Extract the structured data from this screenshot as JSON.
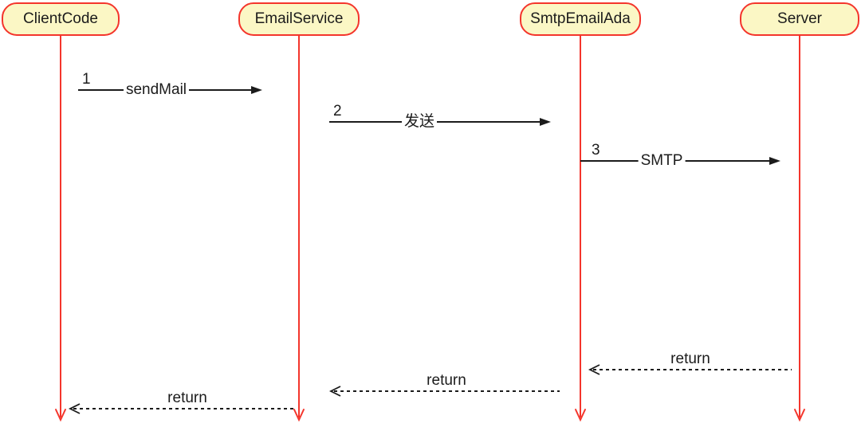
{
  "diagram": {
    "type": "sequence-diagram",
    "actors": [
      {
        "name": "ClientCode"
      },
      {
        "name": "EmailService"
      },
      {
        "name": "SmtpEmailAda"
      },
      {
        "name": "Server"
      }
    ],
    "messages": [
      {
        "num": "1",
        "label": "sendMail",
        "from": "ClientCode",
        "to": "EmailService",
        "style": "solid"
      },
      {
        "num": "2",
        "label": "发送",
        "from": "EmailService",
        "to": "SmtpEmailAda",
        "style": "solid"
      },
      {
        "num": "3",
        "label": "SMTP",
        "from": "SmtpEmailAda",
        "to": "Server",
        "style": "solid"
      },
      {
        "label": "return",
        "from": "Server",
        "to": "SmtpEmailAda",
        "style": "dashed"
      },
      {
        "label": "return",
        "from": "SmtpEmailAda",
        "to": "EmailService",
        "style": "dashed"
      },
      {
        "label": "return",
        "from": "EmailService",
        "to": "ClientCode",
        "style": "dashed"
      }
    ],
    "colors": {
      "actor-fill": "#fbf7c5",
      "actor-border": "#f4352c",
      "lifeline": "#f4352c",
      "message-line": "#1b1b1b",
      "text": "#1b1b1b",
      "background": "#ffffff"
    }
  }
}
